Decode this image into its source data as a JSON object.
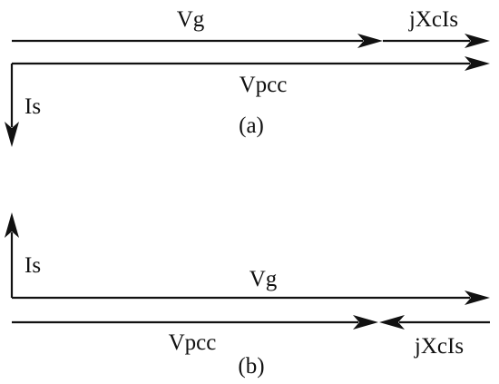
{
  "diagram_a": {
    "vg_label": "Vg",
    "jxcis_label": "jXcIs",
    "vpcc_label": "Vpcc",
    "is_label": "Is",
    "caption": "(a)"
  },
  "diagram_b": {
    "is_label": "Is",
    "vg_label": "Vg",
    "vpcc_label": "Vpcc",
    "jxcis_label": "jXcIs",
    "caption": "(b)"
  },
  "colors": {
    "ink": "#111111",
    "background": "#ffffff"
  }
}
